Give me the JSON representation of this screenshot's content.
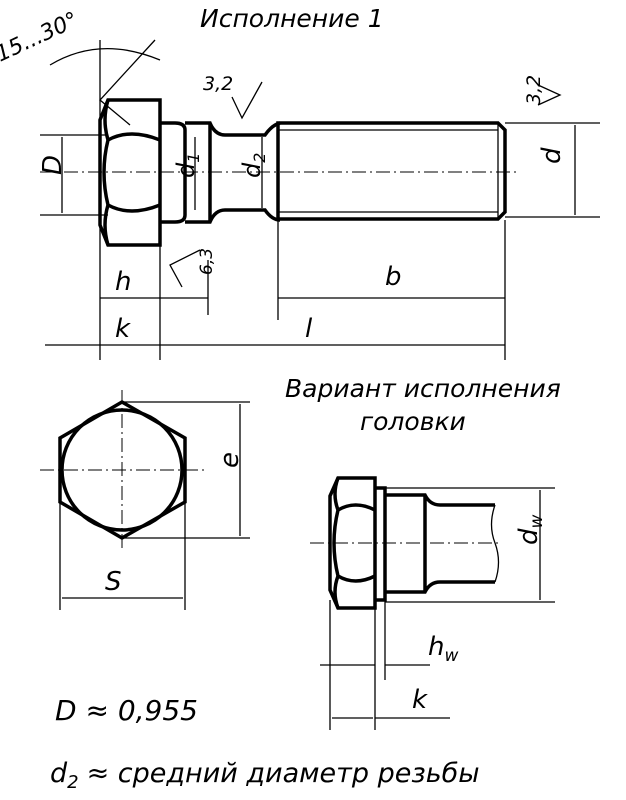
{
  "title": "Исполнение 1",
  "angle_label": "15...30°",
  "roughness_shank": "3,2",
  "roughness_general": "3,2",
  "roughness_head": "6,3",
  "dims": {
    "D": "D",
    "d1": "d",
    "d1_sub": "1",
    "d2": "d",
    "d2_sub": "2",
    "d": "d",
    "h": "h",
    "b": "b",
    "k": "k",
    "l": "l",
    "e": "e",
    "S": "S",
    "dw": "d",
    "dw_sub": "w",
    "hw": "h",
    "hw_sub": "w",
    "k2": "k"
  },
  "variant_title_1": "Вариант исполнения",
  "variant_title_2": "головки",
  "note_D": "D ≈ 0,955",
  "note_d2_sym": "d",
  "note_d2_sub": "2",
  "note_d2_text": "≈ средний диаметр резьбы"
}
